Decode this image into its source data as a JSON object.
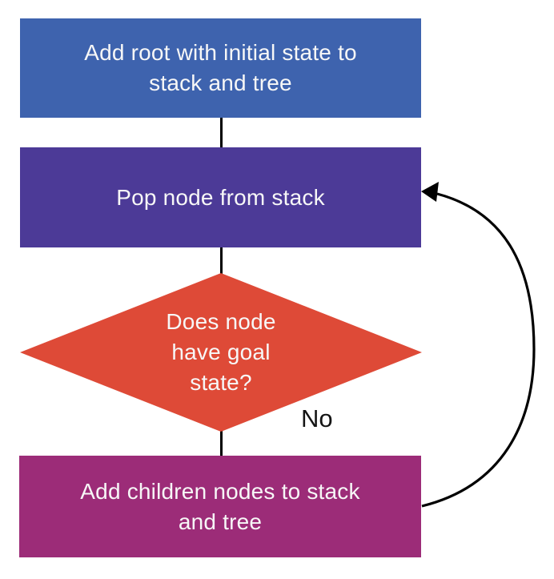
{
  "flowchart": {
    "nodes": {
      "add_root": {
        "type": "process",
        "label": "Add root with initial state to stack and tree",
        "lines": [
          "Add root with initial state to",
          "stack and tree"
        ],
        "color": "#3e63ae"
      },
      "pop_node": {
        "type": "process",
        "label": "Pop node from stack",
        "lines": [
          "Pop node from stack"
        ],
        "color": "#4c3a97"
      },
      "goal_check": {
        "type": "decision",
        "label": "Does node have goal state?",
        "lines": [
          "Does node",
          "have goal",
          "state?"
        ],
        "color": "#de4a37"
      },
      "add_children": {
        "type": "process",
        "label": "Add children nodes to stack and tree",
        "lines": [
          "Add children nodes to stack",
          "and tree"
        ],
        "color": "#9c2c78"
      }
    },
    "edges": {
      "no_label": "No",
      "line_color": "#000000"
    },
    "text_color": "#ffffff",
    "background": "#ffffff"
  }
}
